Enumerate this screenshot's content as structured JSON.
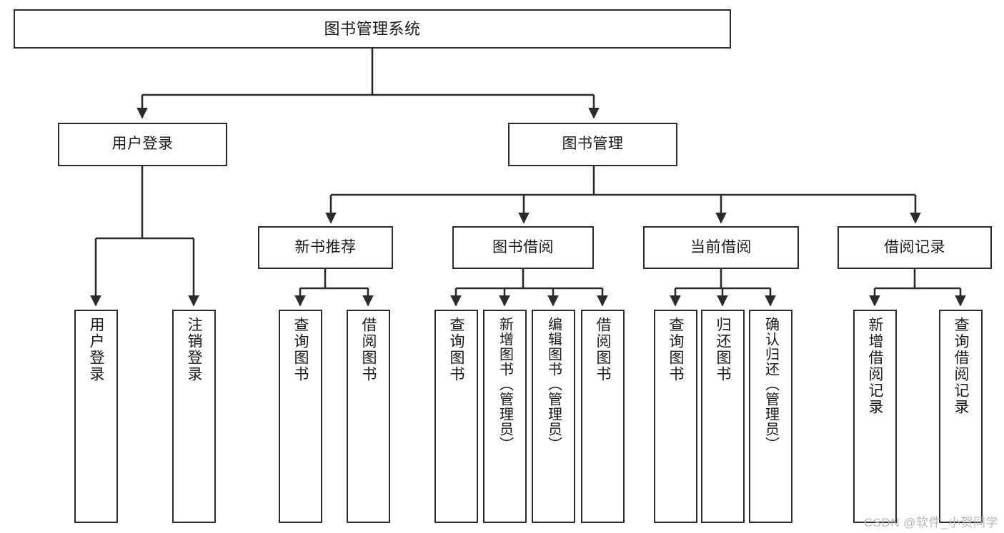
{
  "diagram": {
    "title": "图书管理系统",
    "type": "tree-hierarchy-diagram",
    "orientation": "top-down",
    "stroke_color": "#2b2b2b",
    "fill_color": "#ffffff",
    "text_color": "#1a1a1a",
    "watermark": "CSDN @软件_小贺同学"
  },
  "nodes": {
    "root": {
      "label": "图书管理系统"
    },
    "level2": {
      "user_login": {
        "label": "用户登录"
      },
      "book_manage": {
        "label": "图书管理"
      }
    },
    "level3": {
      "new_book_recommend": {
        "label": "新书推荐"
      },
      "book_borrow": {
        "label": "图书借阅"
      },
      "current_borrow": {
        "label": "当前借阅"
      },
      "borrow_record": {
        "label": "借阅记录"
      }
    },
    "leaves": {
      "user_login": [
        {
          "label": "用户登录"
        },
        {
          "label": "注销登录"
        }
      ],
      "new_book_recommend": [
        {
          "label": "查询图书"
        },
        {
          "label": "借阅图书"
        }
      ],
      "book_borrow": [
        {
          "label": "查询图书"
        },
        {
          "label": "新增图书（管理员）"
        },
        {
          "label": "编辑图书（管理员）"
        },
        {
          "label": "借阅图书"
        }
      ],
      "current_borrow": [
        {
          "label": "查询图书"
        },
        {
          "label": "归还图书"
        },
        {
          "label": "确认归还（管理员）"
        }
      ],
      "borrow_record": [
        {
          "label": "新增借阅记录"
        },
        {
          "label": "查询借阅记录"
        }
      ]
    }
  }
}
